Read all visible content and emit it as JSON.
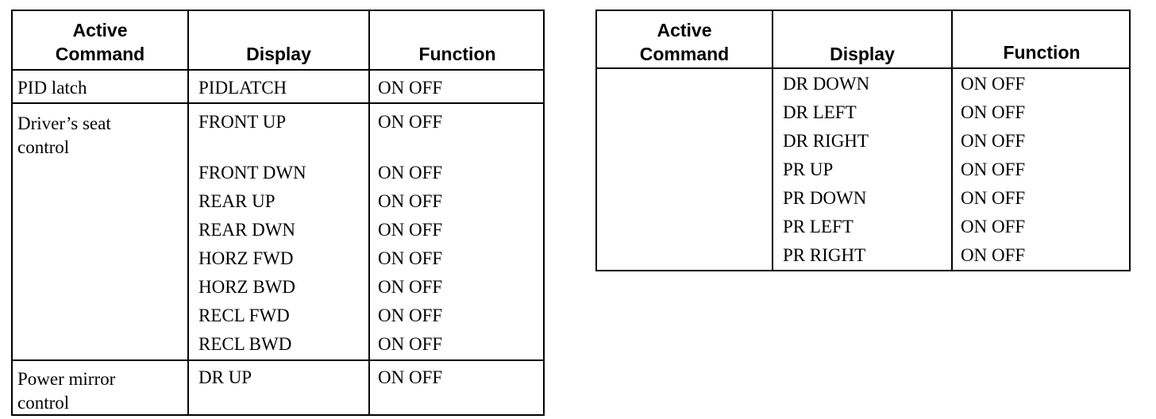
{
  "left_table": {
    "headers": {
      "active_command": "Active\nCommand",
      "display": "Display",
      "function": "Function"
    },
    "groups": [
      {
        "command": "PID latch",
        "rows": [
          {
            "display": "PIDLATCH",
            "function": "ON OFF"
          }
        ]
      },
      {
        "command": "Driver’s seat\ncontrol",
        "rows": [
          {
            "display": "FRONT UP",
            "function": "ON OFF"
          },
          {
            "display": "FRONT DWN",
            "function": "ON OFF"
          },
          {
            "display": "REAR UP",
            "function": "ON OFF"
          },
          {
            "display": "REAR DWN",
            "function": "ON OFF"
          },
          {
            "display": "HORZ FWD",
            "function": "ON OFF"
          },
          {
            "display": "HORZ BWD",
            "function": "ON OFF"
          },
          {
            "display": "RECL FWD",
            "function": "ON OFF"
          },
          {
            "display": "RECL BWD",
            "function": "ON OFF"
          }
        ]
      },
      {
        "command": "Power mirror\ncontrol",
        "rows": [
          {
            "display": "DR UP",
            "function": "ON OFF"
          }
        ]
      }
    ]
  },
  "right_table": {
    "headers": {
      "active_command": "Active\nCommand",
      "display": "Display",
      "function": "Function"
    },
    "rows": [
      {
        "display": "DR DOWN",
        "function": "ON OFF"
      },
      {
        "display": "DR LEFT",
        "function": "ON OFF"
      },
      {
        "display": "DR RIGHT",
        "function": "ON OFF"
      },
      {
        "display": "PR UP",
        "function": "ON OFF"
      },
      {
        "display": "PR DOWN",
        "function": "ON OFF"
      },
      {
        "display": "PR LEFT",
        "function": "ON OFF"
      },
      {
        "display": "PR RIGHT",
        "function": "ON OFF"
      }
    ]
  }
}
